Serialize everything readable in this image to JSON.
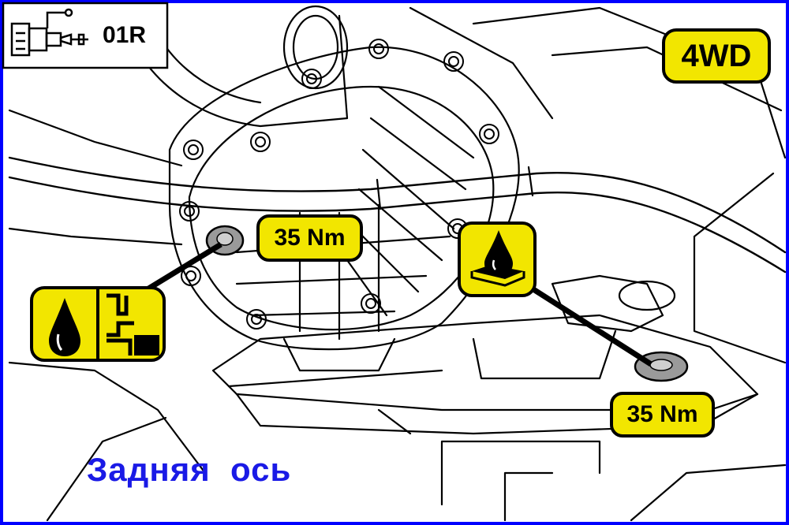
{
  "header_box": {
    "code": "01R",
    "icon": "transmission-icon"
  },
  "drive_badge": {
    "label": "4WD"
  },
  "torque_labels": [
    "35 Nm",
    "35 Nm"
  ],
  "icons": {
    "fill_plug": [
      "oil-drop-icon",
      "filler-plug-icon"
    ],
    "drain_plug": "oil-drain-icon"
  },
  "caption": "Задняя  ось",
  "colors": {
    "frame": "#0000ff",
    "badge": "#f2e600",
    "caption": "#1a1ae6",
    "line": "#000000"
  }
}
